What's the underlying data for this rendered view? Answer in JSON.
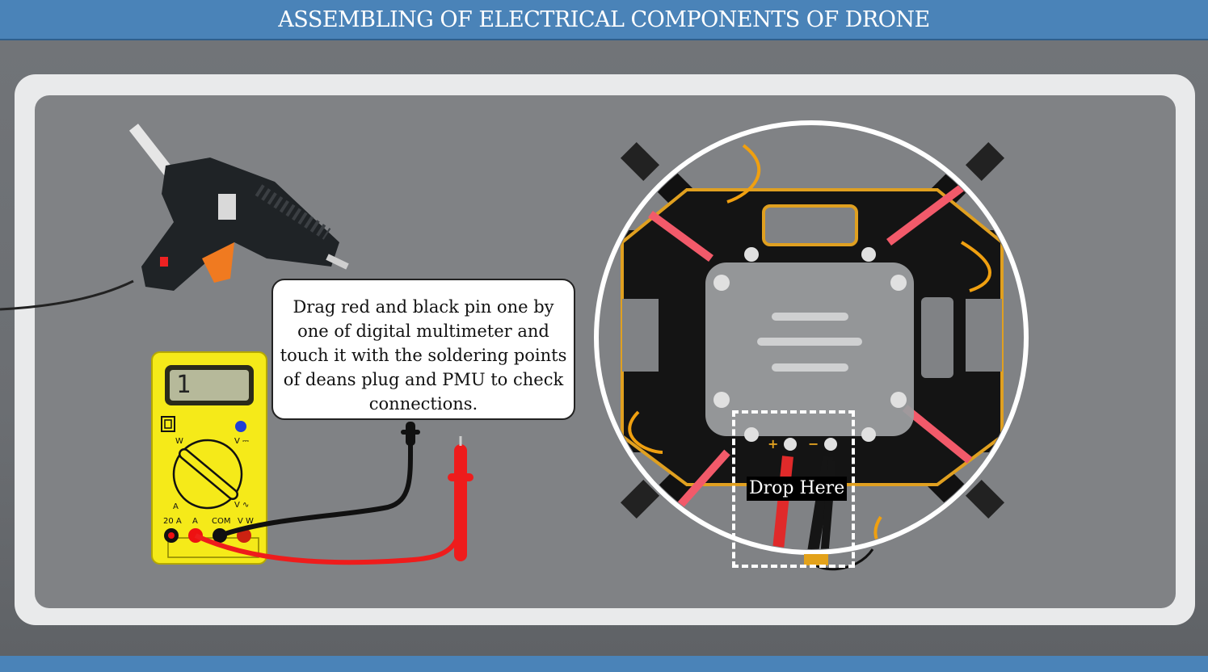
{
  "header": {
    "title": "ASSEMBLING OF ELECTRICAL COMPONENTS OF DRONE"
  },
  "instruction": {
    "text": "Drag red and black pin one by one of digital multimeter and touch it with the soldering points of deans plug and PMU to check connections."
  },
  "multimeter": {
    "display_value": "1",
    "labels": {
      "w": "W",
      "v_dc": "V ⎓",
      "a": "A",
      "v_ac": "V ∿",
      "port_20a": "20 A",
      "port_a": "A",
      "port_com": "COM",
      "port_vw": "V W"
    }
  },
  "drone": {
    "drop_label": "Drop Here",
    "pad_positive": "+",
    "pad_negative": "−"
  },
  "colors": {
    "header": "#4a83b8",
    "red_probe": "#ee1c1c",
    "black_probe": "#111111",
    "multimeter_body": "#f5ea19",
    "frame_arm_trace": "#e0a020"
  }
}
